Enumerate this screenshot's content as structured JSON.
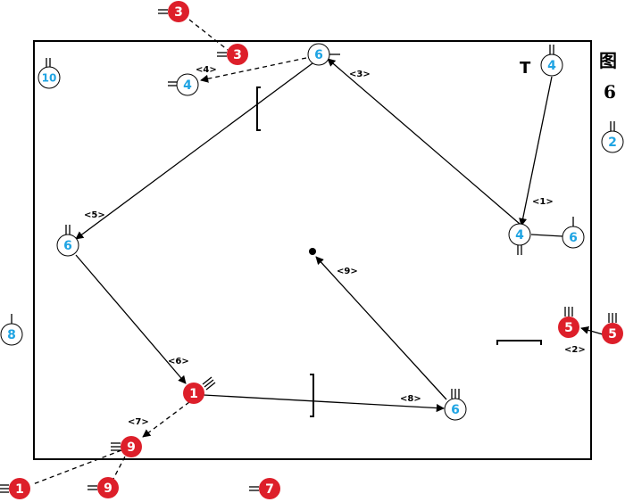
{
  "figure": {
    "char": "图",
    "number": "6"
  },
  "coach_marker": "T",
  "colors": {
    "blue_team": "#1fa4e3",
    "red_team": "#dd1f2a",
    "lines": "#000000"
  },
  "players": [
    {
      "id": "w10",
      "team": "blue",
      "num": "10"
    },
    {
      "id": "w6top",
      "team": "blue",
      "num": "6"
    },
    {
      "id": "w4top",
      "team": "blue",
      "num": "4"
    },
    {
      "id": "w4tr",
      "team": "blue",
      "num": "4"
    },
    {
      "id": "w2",
      "team": "blue",
      "num": "2"
    },
    {
      "id": "w6left",
      "team": "blue",
      "num": "6"
    },
    {
      "id": "w4mid",
      "team": "blue",
      "num": "4"
    },
    {
      "id": "w6right",
      "team": "blue",
      "num": "6"
    },
    {
      "id": "w8",
      "team": "blue",
      "num": "8"
    },
    {
      "id": "w6bot",
      "team": "blue",
      "num": "6"
    },
    {
      "id": "r3out",
      "team": "red",
      "num": "3"
    },
    {
      "id": "r3in",
      "team": "red",
      "num": "3"
    },
    {
      "id": "r5in",
      "team": "red",
      "num": "5"
    },
    {
      "id": "r5out",
      "team": "red",
      "num": "5"
    },
    {
      "id": "r1",
      "team": "red",
      "num": "1"
    },
    {
      "id": "r9mid",
      "team": "red",
      "num": "9"
    },
    {
      "id": "r1out",
      "team": "red",
      "num": "1"
    },
    {
      "id": "r9out",
      "team": "red",
      "num": "9"
    },
    {
      "id": "r7",
      "team": "red",
      "num": "7"
    }
  ],
  "step_labels": [
    "<1>",
    "<2>",
    "<3>",
    "<4>",
    "<5>",
    "<6>",
    "<7>",
    "<8>",
    "<9>"
  ]
}
